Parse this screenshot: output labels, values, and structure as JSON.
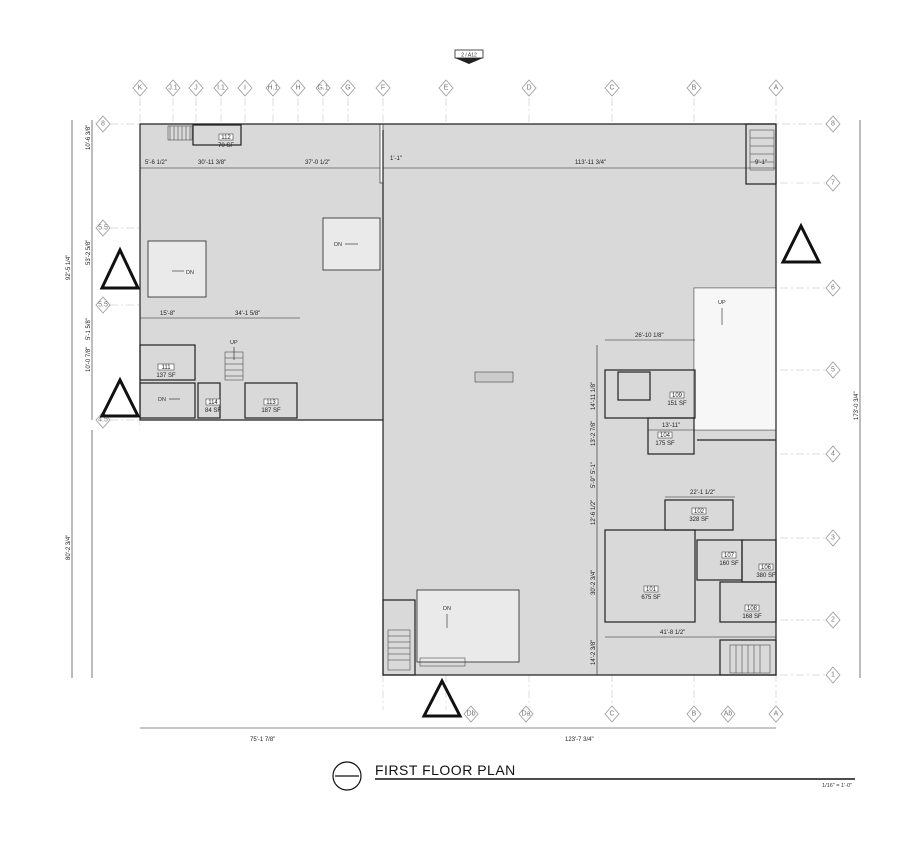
{
  "sheet_ref": "2 / A12",
  "title": "FIRST FLOOR  PLAN",
  "scale": "1/16\" = 1'-0\"",
  "grid_columns_top": [
    "K",
    "J.1",
    "J",
    "I.1",
    "I",
    "H.1",
    "H",
    "G.1",
    "G",
    "F",
    "E",
    "D",
    "C",
    "B",
    "A"
  ],
  "grid_columns_bottom": [
    "Db",
    "Da",
    "C",
    "B",
    "Ab",
    "A"
  ],
  "grid_rows_right": [
    "8",
    "7",
    "6",
    "5",
    "4",
    "3",
    "2",
    "1"
  ],
  "grid_rows_left": [
    "8",
    "5.5",
    "5.5",
    "4.5"
  ],
  "dimensions": {
    "top_a": "5'-6 1/2\"",
    "top_b": "30'-11 3/8\"",
    "top_c": "37'-0 1/2\"",
    "top_d": "1'-1\"",
    "top_e": "113'-11 3/4\"",
    "top_f": "9'-1\"",
    "left_a": "10'-6 3/8\"",
    "left_b": "53'-2 5/8\"",
    "left_total": "92'-5 1/4\"",
    "left_c": "5'-1 5/8\"",
    "left_d": "10'-0 7/8\"",
    "left_e": "80'-2 3/4\"",
    "mid_a": "15'-8\"",
    "mid_b": "34'-1 5/8\"",
    "right_total": "173'-0 3/4\"",
    "r_a": "26'-10 1/8\"",
    "r_b": "14'-11 1/8\"",
    "r_c": "13'-11\"",
    "r_d": "13'-2 7/8\"",
    "r_e": "5'-1\"",
    "r_f": "5'-9\"",
    "r_g": "22'-1 1/2\"",
    "r_h": "12'-6 1/2\"",
    "r_i": "30'-2 3/4\"",
    "r_j": "41'-8 1/2\"",
    "r_k": "14'-2 3/8\"",
    "bottom_a": "75'-1 7/8\"",
    "bottom_b": "123'-7 3/4\""
  },
  "rooms": [
    {
      "num": "112",
      "area": "70 SF"
    },
    {
      "num": "111",
      "area": "137 SF"
    },
    {
      "num": "114",
      "area": "84 SF"
    },
    {
      "num": "113",
      "area": "187 SF"
    },
    {
      "num": "109",
      "area": "151 SF"
    },
    {
      "num": "104",
      "area": "175 SF"
    },
    {
      "num": "102",
      "area": "328 SF"
    },
    {
      "num": "107",
      "area": "160 SF"
    },
    {
      "num": "106",
      "area": "380 SF"
    },
    {
      "num": "101",
      "area": "675 SF"
    },
    {
      "num": "108",
      "area": "168 SF"
    }
  ],
  "annotations": {
    "dn": "DN",
    "up": "UP"
  }
}
